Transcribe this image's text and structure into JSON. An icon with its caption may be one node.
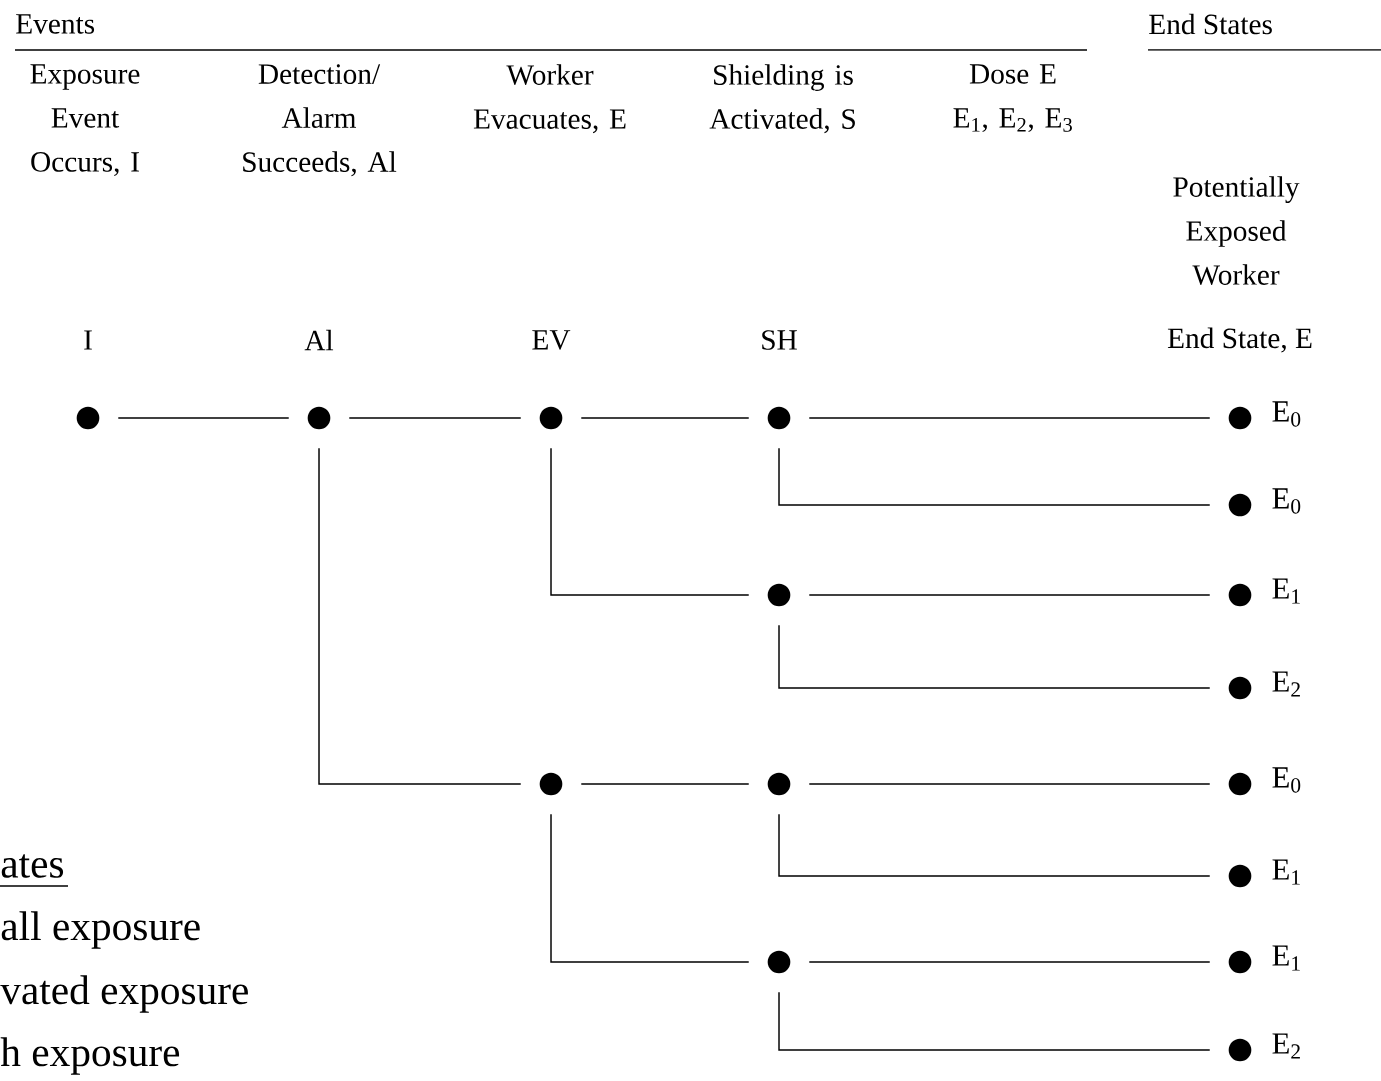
{
  "diagram": {
    "nodes": [
      {
        "text": [],
        "shape": "circle"
      },
      {
        "text": [],
        "shape": "circle"
      },
      {
        "text": [],
        "shape": "circle"
      },
      {
        "text": [],
        "shape": "circle"
      },
      {
        "text": [],
        "shape": "circle",
        "beside": [
          "E$_{0}$"
        ]
      },
      {
        "text": [],
        "shape": "circle",
        "beside": [
          "E$_{0}$"
        ]
      },
      {
        "text": [],
        "shape": "circle"
      },
      {
        "text": [],
        "shape": "circle",
        "beside": [
          "E$_{1}$"
        ]
      },
      {
        "text": [],
        "shape": "circle",
        "beside": [
          "E$_{2}$"
        ]
      },
      {
        "text": [],
        "shape": "circle"
      },
      {
        "text": [],
        "shape": "circle"
      },
      {
        "text": [],
        "shape": "circle",
        "beside": [
          "E$_{0}$"
        ]
      },
      {
        "text": [],
        "shape": "circle",
        "beside": [
          "E$_{1}$"
        ]
      },
      {
        "text": [],
        "shape": "circle"
      },
      {
        "text": [],
        "shape": "circle",
        "beside": [
          "E$_{1}$"
        ]
      },
      {
        "text": [],
        "shape": "circle",
        "beside": [
          "E$_{2}$"
        ]
      }
    ],
    "edges": [
      {
        "from": 0,
        "to": 1,
        "arrow": "none"
      },
      {
        "from": 1,
        "to": 2,
        "arrow": "none"
      },
      {
        "from": 2,
        "to": 3,
        "arrow": "none"
      },
      {
        "from": 3,
        "to": 4,
        "arrow": "none"
      },
      {
        "from": 3,
        "to": 5,
        "arrow": "none"
      },
      {
        "from": 2,
        "to": 6,
        "arrow": "none"
      },
      {
        "from": 6,
        "to": 7,
        "arrow": "none"
      },
      {
        "from": 6,
        "to": 8,
        "arrow": "none"
      },
      {
        "from": 1,
        "to": 9,
        "arrow": "none"
      },
      {
        "from": 9,
        "to": 10,
        "arrow": "none"
      },
      {
        "from": 10,
        "to": 11,
        "arrow": "none"
      },
      {
        "from": 10,
        "to": 12,
        "arrow": "none"
      },
      {
        "from": 9,
        "to": 13,
        "arrow": "none"
      },
      {
        "from": 13,
        "to": 14,
        "arrow": "none"
      },
      {
        "from": 13,
        "to": 15,
        "arrow": "none"
      }
    ],
    "labels": [
      "Events",
      "End States",
      "Exposure Event Occurs, I",
      "Detection/ Alarm Succeeds, Al",
      "Worker Evacuates, E",
      "Shielding is Activated, S",
      "Dose E E$_{1}$, E$_{2}$, E$_{3}$",
      "Potentially Exposed Worker",
      "I",
      "Al",
      "EV",
      "SH",
      "End State, E",
      "ates",
      "all exposure",
      "vated exposure",
      "h exposure"
    ]
  }
}
